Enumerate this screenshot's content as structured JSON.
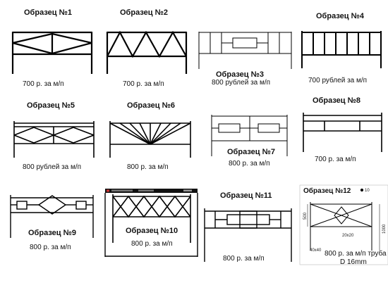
{
  "samples": [
    {
      "title": "Образец №1",
      "price": "700 р. за м/п"
    },
    {
      "title": "Образец №2",
      "price": "700 р. за м/п"
    },
    {
      "title": "Образец №3",
      "price": "800 рублей за м/п"
    },
    {
      "title": "Образец №4",
      "price": "700 рублей за м/п"
    },
    {
      "title": "Образец №5",
      "price": "800 рублей за м/п"
    },
    {
      "title": "Образец №6",
      "price": "800 р. за м/п"
    },
    {
      "title": "Образец №7",
      "price": "800 р. за м/п"
    },
    {
      "title": "Образец №8",
      "price": "700 р. за м/п"
    },
    {
      "title": "Образец №9",
      "price": "800 р. за м/п"
    },
    {
      "title": "Образец №10",
      "price": "800 р. за м/п"
    },
    {
      "title": "Образец №11",
      "price": "800 р. за м/п"
    },
    {
      "title": "Образец №12",
      "price": "800 р. за м/п труба",
      "price_line2": "D 16mm"
    }
  ],
  "dimensions": {
    "height_inner": "500",
    "height_total": "1000",
    "diameter": "10",
    "tube_square": "20x20",
    "post_square": "40x40"
  }
}
